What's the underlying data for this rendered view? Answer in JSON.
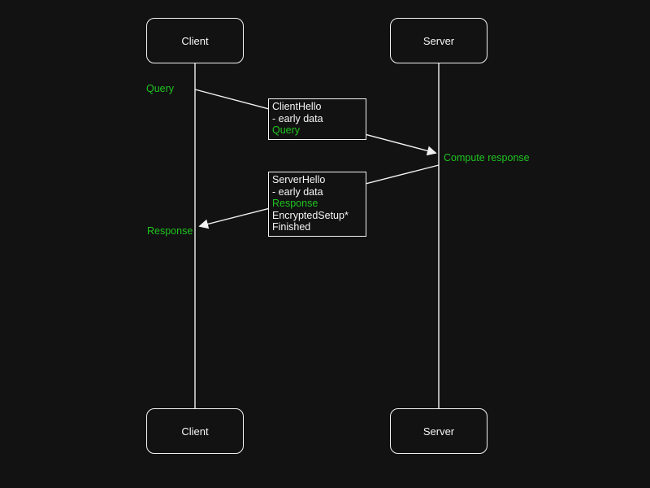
{
  "colors": {
    "background": "#121212",
    "line": "#f2f2f2",
    "box_border": "#f2f2f2",
    "text": "#f5f5f5",
    "accent_green": "#1fc41f"
  },
  "actors": {
    "client_top": {
      "label": "Client"
    },
    "server_top": {
      "label": "Server"
    },
    "client_bottom": {
      "label": "Client"
    },
    "server_bottom": {
      "label": "Server"
    }
  },
  "annotations": {
    "query_label": "Query",
    "compute_response_label": "Compute response",
    "response_label": "Response"
  },
  "messages": {
    "client_hello_box": {
      "lines": [
        "ClientHello",
        "- early data",
        "Query"
      ]
    },
    "server_hello_box": {
      "lines": [
        "ServerHello",
        "- early data",
        "Response",
        "EncryptedSetup*",
        "Finished"
      ]
    }
  }
}
